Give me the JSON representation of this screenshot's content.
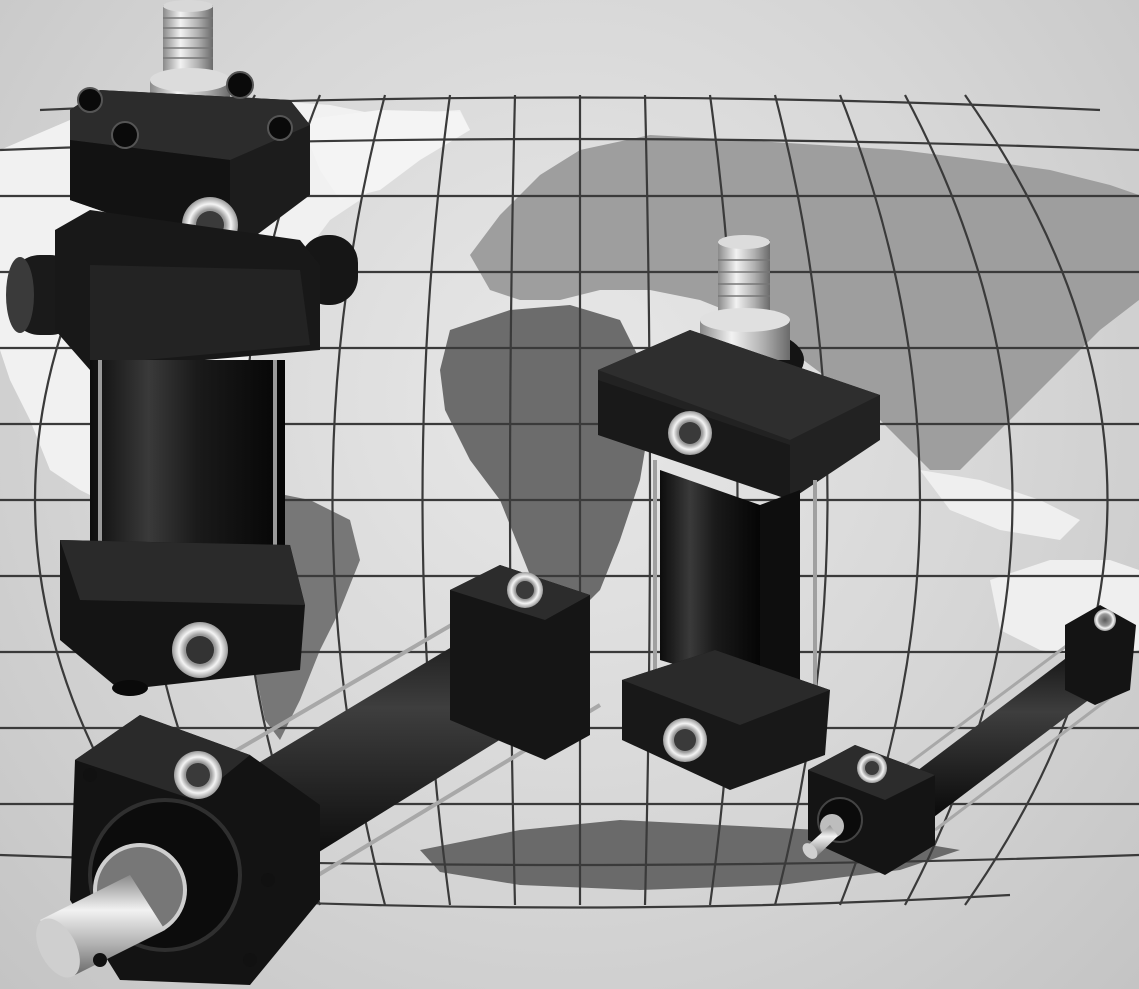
{
  "image": {
    "kind": "photograph",
    "background": "world-map-grid",
    "subjects": [
      "hydraulic-cylinder",
      "hydraulic-cylinder",
      "hydraulic-cylinder",
      "hydraulic-cylinder"
    ]
  },
  "colors": {
    "background": "#d9d9d9",
    "grid_line": "#3c3c3c",
    "land_dark": "#6e6e6e",
    "land_light": "#9a9a9a",
    "land_white": "#f2f2f2",
    "cylinder_body": "#161616",
    "metal": "#c8c8c8"
  }
}
